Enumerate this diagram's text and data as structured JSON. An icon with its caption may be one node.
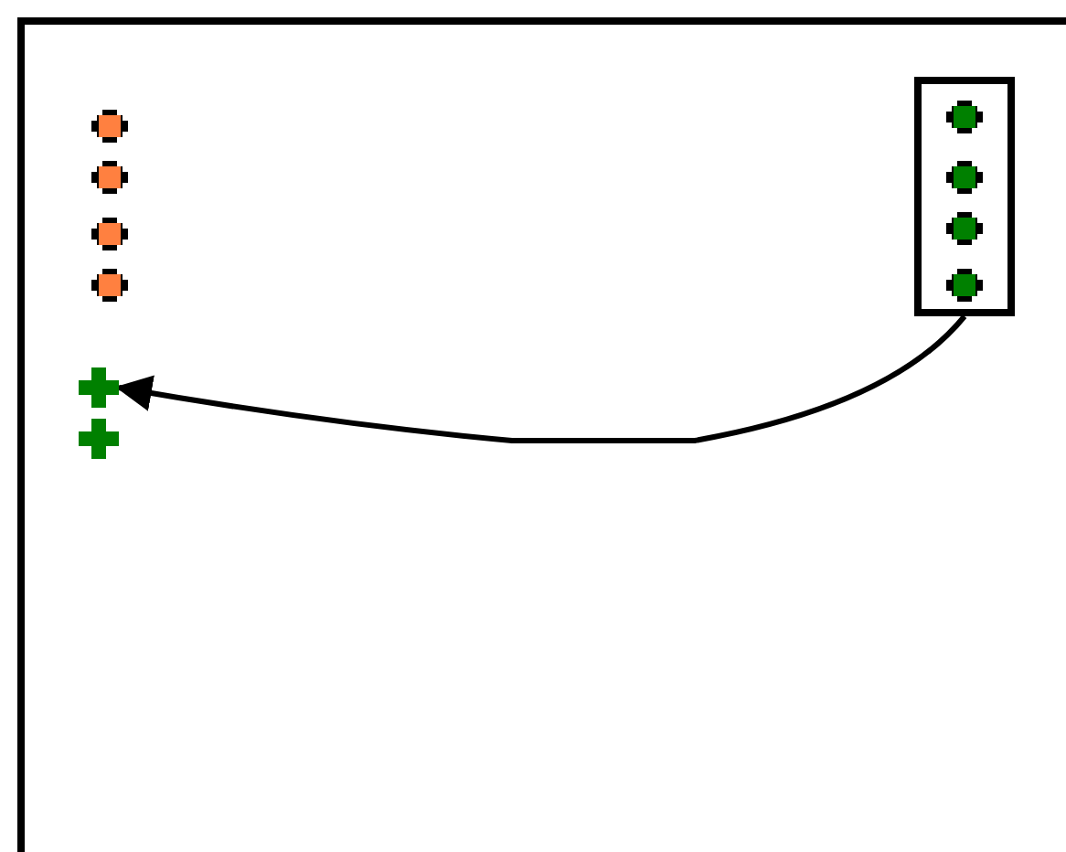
{
  "diagram": {
    "nodes": [
      {
        "text": [],
        "shape": "box"
      },
      {
        "text": [],
        "shape": "cross"
      },
      {
        "text": [],
        "shape": "cross"
      }
    ],
    "edges": [
      {
        "from": 0,
        "to": 1,
        "arrow": "to"
      }
    ]
  }
}
